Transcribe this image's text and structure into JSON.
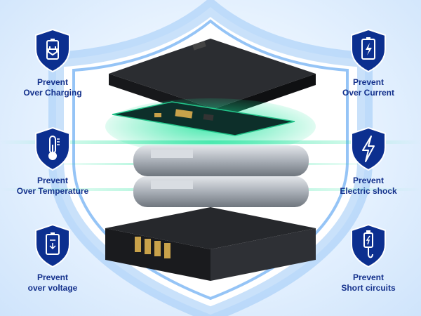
{
  "colors": {
    "shield_fill": "#0c2f8f",
    "shield_stroke": "#ffffff",
    "label": "#14318c",
    "glow": "#1be39a",
    "accent_blue": "#5aa8f5"
  },
  "features": [
    {
      "icon": "plug-battery-icon",
      "line1": "Prevent",
      "line2": "Over Charging"
    },
    {
      "icon": "thermometer-icon",
      "line1": "Prevent",
      "line2": "Over Temperature"
    },
    {
      "icon": "battery-voltage-icon",
      "line1": "Prevent",
      "line2": "over voltage"
    },
    {
      "icon": "battery-bolt-icon",
      "line1": "Prevent",
      "line2": "Over Current"
    },
    {
      "icon": "lightning-icon",
      "line1": "Prevent",
      "line2": "Electric shock"
    },
    {
      "icon": "usb-cable-icon",
      "line1": "Prevent",
      "line2": "Short circuits"
    }
  ]
}
